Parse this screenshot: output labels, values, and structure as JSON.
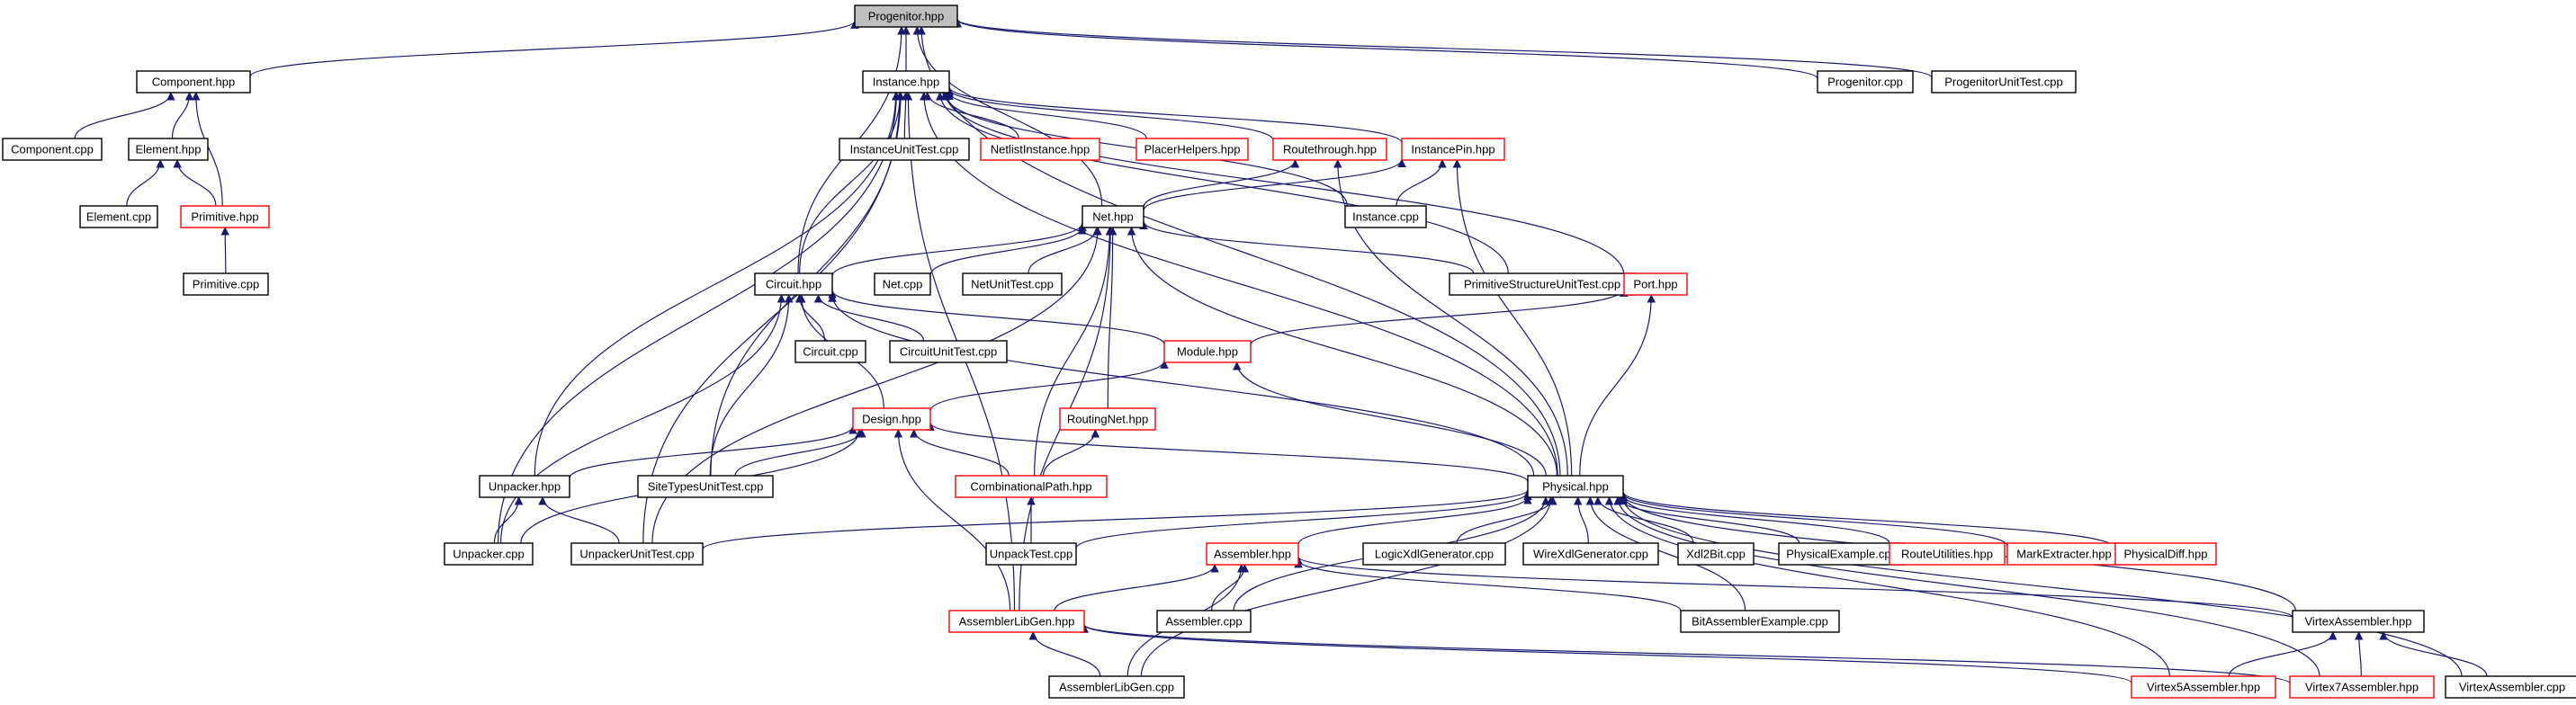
{
  "colors": {
    "edge": "#191970",
    "border_default": "#000000",
    "border_red": "#ff0000",
    "fill_default": "#ffffff",
    "fill_root": "#bfbfbf"
  },
  "nodes": [
    {
      "id": "progenitor_hpp",
      "label": "Progenitor.hpp",
      "style": "root"
    },
    {
      "id": "component_hpp",
      "label": "Component.hpp",
      "style": "black"
    },
    {
      "id": "instance_hpp",
      "label": "Instance.hpp",
      "style": "black"
    },
    {
      "id": "progenitor_cpp",
      "label": "Progenitor.cpp",
      "style": "black"
    },
    {
      "id": "progenitorunittest_cpp",
      "label": "ProgenitorUnitTest.cpp",
      "style": "black"
    },
    {
      "id": "component_cpp",
      "label": "Component.cpp",
      "style": "black"
    },
    {
      "id": "element_hpp",
      "label": "Element.hpp",
      "style": "black"
    },
    {
      "id": "element_cpp",
      "label": "Element.cpp",
      "style": "black"
    },
    {
      "id": "primitive_hpp",
      "label": "Primitive.hpp",
      "style": "red"
    },
    {
      "id": "primitive_cpp",
      "label": "Primitive.cpp",
      "style": "black"
    },
    {
      "id": "instanceunittest_cpp",
      "label": "InstanceUnitTest.cpp",
      "style": "black"
    },
    {
      "id": "netlistinstance_hpp",
      "label": "NetlistInstance.hpp",
      "style": "red"
    },
    {
      "id": "placerhelpers_hpp",
      "label": "PlacerHelpers.hpp",
      "style": "red"
    },
    {
      "id": "routethrough_hpp",
      "label": "Routethrough.hpp",
      "style": "red"
    },
    {
      "id": "instancepin_hpp",
      "label": "InstancePin.hpp",
      "style": "red"
    },
    {
      "id": "instance_cpp",
      "label": "Instance.cpp",
      "style": "black"
    },
    {
      "id": "net_hpp",
      "label": "Net.hpp",
      "style": "black"
    },
    {
      "id": "circuit_hpp",
      "label": "Circuit.hpp",
      "style": "black"
    },
    {
      "id": "net_cpp",
      "label": "Net.cpp",
      "style": "black"
    },
    {
      "id": "netunittest_cpp",
      "label": "NetUnitTest.cpp",
      "style": "black"
    },
    {
      "id": "primitivestructureunittest_cpp",
      "label": "PrimitiveStructureUnitTest.cpp",
      "style": "black"
    },
    {
      "id": "port_hpp",
      "label": "Port.hpp",
      "style": "red"
    },
    {
      "id": "circuit_cpp",
      "label": "Circuit.cpp",
      "style": "black"
    },
    {
      "id": "circuitunittest_cpp",
      "label": "CircuitUnitTest.cpp",
      "style": "black"
    },
    {
      "id": "module_hpp",
      "label": "Module.hpp",
      "style": "red"
    },
    {
      "id": "design_hpp",
      "label": "Design.hpp",
      "style": "red"
    },
    {
      "id": "routingnet_hpp",
      "label": "RoutingNet.hpp",
      "style": "red"
    },
    {
      "id": "unpacker_hpp",
      "label": "Unpacker.hpp",
      "style": "black"
    },
    {
      "id": "sitetypesunittest_cpp",
      "label": "SiteTypesUnitTest.cpp",
      "style": "black"
    },
    {
      "id": "combinationalpath_hpp",
      "label": "CombinationalPath.hpp",
      "style": "red"
    },
    {
      "id": "physical_hpp",
      "label": "Physical.hpp",
      "style": "black"
    },
    {
      "id": "unpacker_cpp",
      "label": "Unpacker.cpp",
      "style": "black"
    },
    {
      "id": "unpackerunittest_cpp",
      "label": "UnpackerUnitTest.cpp",
      "style": "black"
    },
    {
      "id": "unpacktest_cpp",
      "label": "UnpackTest.cpp",
      "style": "black"
    },
    {
      "id": "assembler_hpp",
      "label": "Assembler.hpp",
      "style": "red"
    },
    {
      "id": "logicxdlgenerator_cpp",
      "label": "LogicXdlGenerator.cpp",
      "style": "black"
    },
    {
      "id": "wirexdlgenerator_cpp",
      "label": "WireXdlGenerator.cpp",
      "style": "black"
    },
    {
      "id": "xdl2bit_cpp",
      "label": "Xdl2Bit.cpp",
      "style": "black"
    },
    {
      "id": "physicalexample_cpp",
      "label": "PhysicalExample.cpp",
      "style": "black"
    },
    {
      "id": "routeutilities_hpp",
      "label": "RouteUtilities.hpp",
      "style": "red"
    },
    {
      "id": "markextracter_hpp",
      "label": "MarkExtracter.hpp",
      "style": "red"
    },
    {
      "id": "physicaldiff_hpp",
      "label": "PhysicalDiff.hpp",
      "style": "red"
    },
    {
      "id": "assemblerlibgen_hpp",
      "label": "AssemblerLibGen.hpp",
      "style": "red"
    },
    {
      "id": "assembler_cpp",
      "label": "Assembler.cpp",
      "style": "black"
    },
    {
      "id": "bitassemblerexample_cpp",
      "label": "BitAssemblerExample.cpp",
      "style": "black"
    },
    {
      "id": "virtexassembler_hpp",
      "label": "VirtexAssembler.hpp",
      "style": "black"
    },
    {
      "id": "assemblerlibgen_cpp",
      "label": "AssemblerLibGen.cpp",
      "style": "black"
    },
    {
      "id": "virtex5assembler_hpp",
      "label": "Virtex5Assembler.hpp",
      "style": "red"
    },
    {
      "id": "virtex7assembler_hpp",
      "label": "Virtex7Assembler.hpp",
      "style": "red"
    },
    {
      "id": "virtexassembler_cpp",
      "label": "VirtexAssembler.cpp",
      "style": "black"
    }
  ],
  "edges": [
    [
      "component_hpp",
      "progenitor_hpp"
    ],
    [
      "instance_hpp",
      "progenitor_hpp"
    ],
    [
      "progenitor_cpp",
      "progenitor_hpp"
    ],
    [
      "progenitorunittest_cpp",
      "progenitor_hpp"
    ],
    [
      "net_hpp",
      "progenitor_hpp"
    ],
    [
      "circuit_hpp",
      "progenitor_hpp"
    ],
    [
      "physical_hpp",
      "progenitor_hpp"
    ],
    [
      "component_cpp",
      "component_hpp"
    ],
    [
      "element_hpp",
      "component_hpp"
    ],
    [
      "primitive_hpp",
      "component_hpp"
    ],
    [
      "element_cpp",
      "element_hpp"
    ],
    [
      "primitive_hpp",
      "element_hpp"
    ],
    [
      "primitive_cpp",
      "primitive_hpp"
    ],
    [
      "instanceunittest_cpp",
      "instance_hpp"
    ],
    [
      "netlistinstance_hpp",
      "instance_hpp"
    ],
    [
      "placerhelpers_hpp",
      "instance_hpp"
    ],
    [
      "routethrough_hpp",
      "instance_hpp"
    ],
    [
      "instancepin_hpp",
      "instance_hpp"
    ],
    [
      "instance_cpp",
      "instance_hpp"
    ],
    [
      "circuit_hpp",
      "instance_hpp"
    ],
    [
      "port_hpp",
      "instance_hpp"
    ],
    [
      "primitivestructureunittest_cpp",
      "instance_hpp"
    ],
    [
      "physical_hpp",
      "instance_hpp"
    ],
    [
      "unpacker_hpp",
      "instance_hpp"
    ],
    [
      "unpacker_cpp",
      "instance_hpp"
    ],
    [
      "unpackerunittest_cpp",
      "instance_hpp"
    ],
    [
      "sitetypesunittest_cpp",
      "instance_hpp"
    ],
    [
      "assemblerlibgen_hpp",
      "instance_hpp"
    ],
    [
      "net_hpp",
      "routethrough_hpp"
    ],
    [
      "physical_hpp",
      "routethrough_hpp"
    ],
    [
      "net_hpp",
      "instancepin_hpp"
    ],
    [
      "instance_cpp",
      "instancepin_hpp"
    ],
    [
      "physical_hpp",
      "instancepin_hpp"
    ],
    [
      "circuit_hpp",
      "net_hpp"
    ],
    [
      "net_cpp",
      "net_hpp"
    ],
    [
      "netunittest_cpp",
      "net_hpp"
    ],
    [
      "primitivestructureunittest_cpp",
      "net_hpp"
    ],
    [
      "routingnet_hpp",
      "net_hpp"
    ],
    [
      "combinationalpath_hpp",
      "net_hpp"
    ],
    [
      "physical_hpp",
      "net_hpp"
    ],
    [
      "assemblerlibgen_hpp",
      "net_hpp"
    ],
    [
      "unpackerunittest_cpp",
      "net_hpp"
    ],
    [
      "circuit_cpp",
      "circuit_hpp"
    ],
    [
      "circuitunittest_cpp",
      "circuit_hpp"
    ],
    [
      "module_hpp",
      "circuit_hpp"
    ],
    [
      "design_hpp",
      "circuit_hpp"
    ],
    [
      "physical_hpp",
      "circuit_hpp"
    ],
    [
      "unpacker_cpp",
      "circuit_hpp"
    ],
    [
      "sitetypesunittest_cpp",
      "circuit_hpp"
    ],
    [
      "module_hpp",
      "port_hpp"
    ],
    [
      "physical_hpp",
      "port_hpp"
    ],
    [
      "design_hpp",
      "module_hpp"
    ],
    [
      "physical_hpp",
      "module_hpp"
    ],
    [
      "combinationalpath_hpp",
      "routingnet_hpp"
    ],
    [
      "unpacker_hpp",
      "design_hpp"
    ],
    [
      "sitetypesunittest_cpp",
      "design_hpp"
    ],
    [
      "combinationalpath_hpp",
      "design_hpp"
    ],
    [
      "physical_hpp",
      "design_hpp"
    ],
    [
      "unpacker_cpp",
      "design_hpp"
    ],
    [
      "assemblerlibgen_hpp",
      "design_hpp"
    ],
    [
      "unpacker_cpp",
      "unpacker_hpp"
    ],
    [
      "unpackerunittest_cpp",
      "unpacker_hpp"
    ],
    [
      "unpacktest_cpp",
      "combinationalpath_hpp"
    ],
    [
      "unpackerunittest_cpp",
      "physical_hpp"
    ],
    [
      "unpacktest_cpp",
      "physical_hpp"
    ],
    [
      "assembler_hpp",
      "physical_hpp"
    ],
    [
      "logicxdlgenerator_cpp",
      "physical_hpp"
    ],
    [
      "wirexdlgenerator_cpp",
      "physical_hpp"
    ],
    [
      "xdl2bit_cpp",
      "physical_hpp"
    ],
    [
      "physicalexample_cpp",
      "physical_hpp"
    ],
    [
      "routeutilities_hpp",
      "physical_hpp"
    ],
    [
      "markextracter_hpp",
      "physical_hpp"
    ],
    [
      "physicaldiff_hpp",
      "physical_hpp"
    ],
    [
      "assembler_cpp",
      "physical_hpp"
    ],
    [
      "assemblerlibgen_cpp",
      "physical_hpp"
    ],
    [
      "bitassemblerexample_cpp",
      "physical_hpp"
    ],
    [
      "virtexassembler_hpp",
      "physical_hpp"
    ],
    [
      "virtex5assembler_hpp",
      "physical_hpp"
    ],
    [
      "virtex7assembler_hpp",
      "physical_hpp"
    ],
    [
      "virtexassembler_cpp",
      "physical_hpp"
    ],
    [
      "assemblerlibgen_hpp",
      "assembler_hpp"
    ],
    [
      "assembler_cpp",
      "assembler_hpp"
    ],
    [
      "assemblerlibgen_cpp",
      "assembler_hpp"
    ],
    [
      "bitassemblerexample_cpp",
      "assembler_hpp"
    ],
    [
      "virtexassembler_hpp",
      "assembler_hpp"
    ],
    [
      "assemblerlibgen_cpp",
      "assemblerlibgen_hpp"
    ],
    [
      "virtex5assembler_hpp",
      "assemblerlibgen_hpp"
    ],
    [
      "virtex7assembler_hpp",
      "assemblerlibgen_hpp"
    ],
    [
      "virtex5assembler_hpp",
      "virtexassembler_hpp"
    ],
    [
      "virtex7assembler_hpp",
      "virtexassembler_hpp"
    ],
    [
      "virtexassembler_cpp",
      "virtexassembler_hpp"
    ]
  ]
}
